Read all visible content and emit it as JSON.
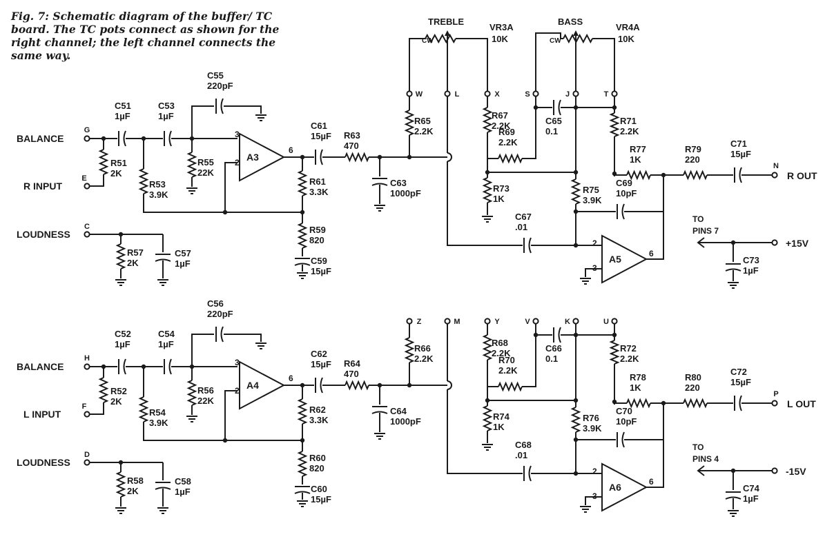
{
  "caption": "Fig. 7: Schematic diagram of the buffer/ TC board. The TC pots connect as shown for the right channel; the left channel connects the same way.",
  "inputs": {
    "balance": "BALANCE",
    "r_input": "R INPUT",
    "l_input": "L INPUT",
    "loudness": "LOUDNESS"
  },
  "outputs": {
    "r_out": "R OUT",
    "l_out": "L OUT"
  },
  "power": {
    "to": "TO",
    "pins7": "PINS 7",
    "pins4": "PINS 4",
    "plus15": "+15V",
    "minus15": "-15V"
  },
  "pots": {
    "treble": {
      "title": "TREBLE",
      "ref": "VR3A",
      "value": "10K",
      "cw": "CW"
    },
    "bass": {
      "title": "BASS",
      "ref": "VR4A",
      "value": "10K",
      "cw": "CW"
    }
  },
  "terminals": {
    "G": "G",
    "E": "E",
    "C": "C",
    "H": "H",
    "F": "F",
    "D": "D",
    "N": "N",
    "P": "P",
    "W": "W",
    "L": "L",
    "X": "X",
    "S": "S",
    "J": "J",
    "T": "T",
    "Z": "Z",
    "M": "M",
    "Y": "Y",
    "V": "V",
    "K": "K",
    "U": "U"
  },
  "opamps": {
    "A3": "A3",
    "A4": "A4",
    "A5": "A5",
    "A6": "A6"
  },
  "pins": {
    "p3": "3",
    "p2": "2",
    "p6": "6"
  },
  "components": {
    "C51": [
      "C51",
      "1µF"
    ],
    "C53": [
      "C53",
      "1µF"
    ],
    "C55": [
      "C55",
      "220pF"
    ],
    "R51": [
      "R51",
      "2K"
    ],
    "R53": [
      "R53",
      "3.9K"
    ],
    "R55": [
      "R55",
      "22K"
    ],
    "R57": [
      "R57",
      "2K"
    ],
    "C57": [
      "C57",
      "1µF"
    ],
    "C61": [
      "C61",
      "15µF"
    ],
    "R63": [
      "R63",
      "470"
    ],
    "C63": [
      "C63",
      "1000pF"
    ],
    "R61": [
      "R61",
      "3.3K"
    ],
    "R59": [
      "R59",
      "820"
    ],
    "C59": [
      "C59",
      "15µF"
    ],
    "R65": [
      "R65",
      "2.2K"
    ],
    "R67": [
      "R67",
      "2.2K"
    ],
    "R69": [
      "R69",
      "2.2K"
    ],
    "C65": [
      "C65",
      "0.1"
    ],
    "R71": [
      "R71",
      "2.2K"
    ],
    "R73": [
      "R73",
      "1K"
    ],
    "R75": [
      "R75",
      "3.9K"
    ],
    "C69": [
      "C69",
      "10pF"
    ],
    "C67": [
      "C67",
      ".01"
    ],
    "R77": [
      "R77",
      "1K"
    ],
    "R79": [
      "R79",
      "220"
    ],
    "C71": [
      "C71",
      "15µF"
    ],
    "C73": [
      "C73",
      "1µF"
    ],
    "C52": [
      "C52",
      "1µF"
    ],
    "C54": [
      "C54",
      "1µF"
    ],
    "C56": [
      "C56",
      "220pF"
    ],
    "R52": [
      "R52",
      "2K"
    ],
    "R54": [
      "R54",
      "3.9K"
    ],
    "R56": [
      "R56",
      "22K"
    ],
    "R58": [
      "R58",
      "2K"
    ],
    "C58": [
      "C58",
      "1µF"
    ],
    "C62": [
      "C62",
      "15µF"
    ],
    "R64": [
      "R64",
      "470"
    ],
    "C64": [
      "C64",
      "1000pF"
    ],
    "R62": [
      "R62",
      "3.3K"
    ],
    "R60": [
      "R60",
      "820"
    ],
    "C60": [
      "C60",
      "15µF"
    ],
    "R66": [
      "R66",
      "2.2K"
    ],
    "R68": [
      "R68",
      "2.2K"
    ],
    "R70": [
      "R70",
      "2.2K"
    ],
    "C66": [
      "C66",
      "0.1"
    ],
    "R72": [
      "R72",
      "2.2K"
    ],
    "R74": [
      "R74",
      "1K"
    ],
    "R76": [
      "R76",
      "3.9K"
    ],
    "C70": [
      "C70",
      "10pF"
    ],
    "C68": [
      "C68",
      ".01"
    ],
    "R78": [
      "R78",
      "1K"
    ],
    "R80": [
      "R80",
      "220"
    ],
    "C72": [
      "C72",
      "15µF"
    ],
    "C74": [
      "C74",
      "1µF"
    ]
  }
}
